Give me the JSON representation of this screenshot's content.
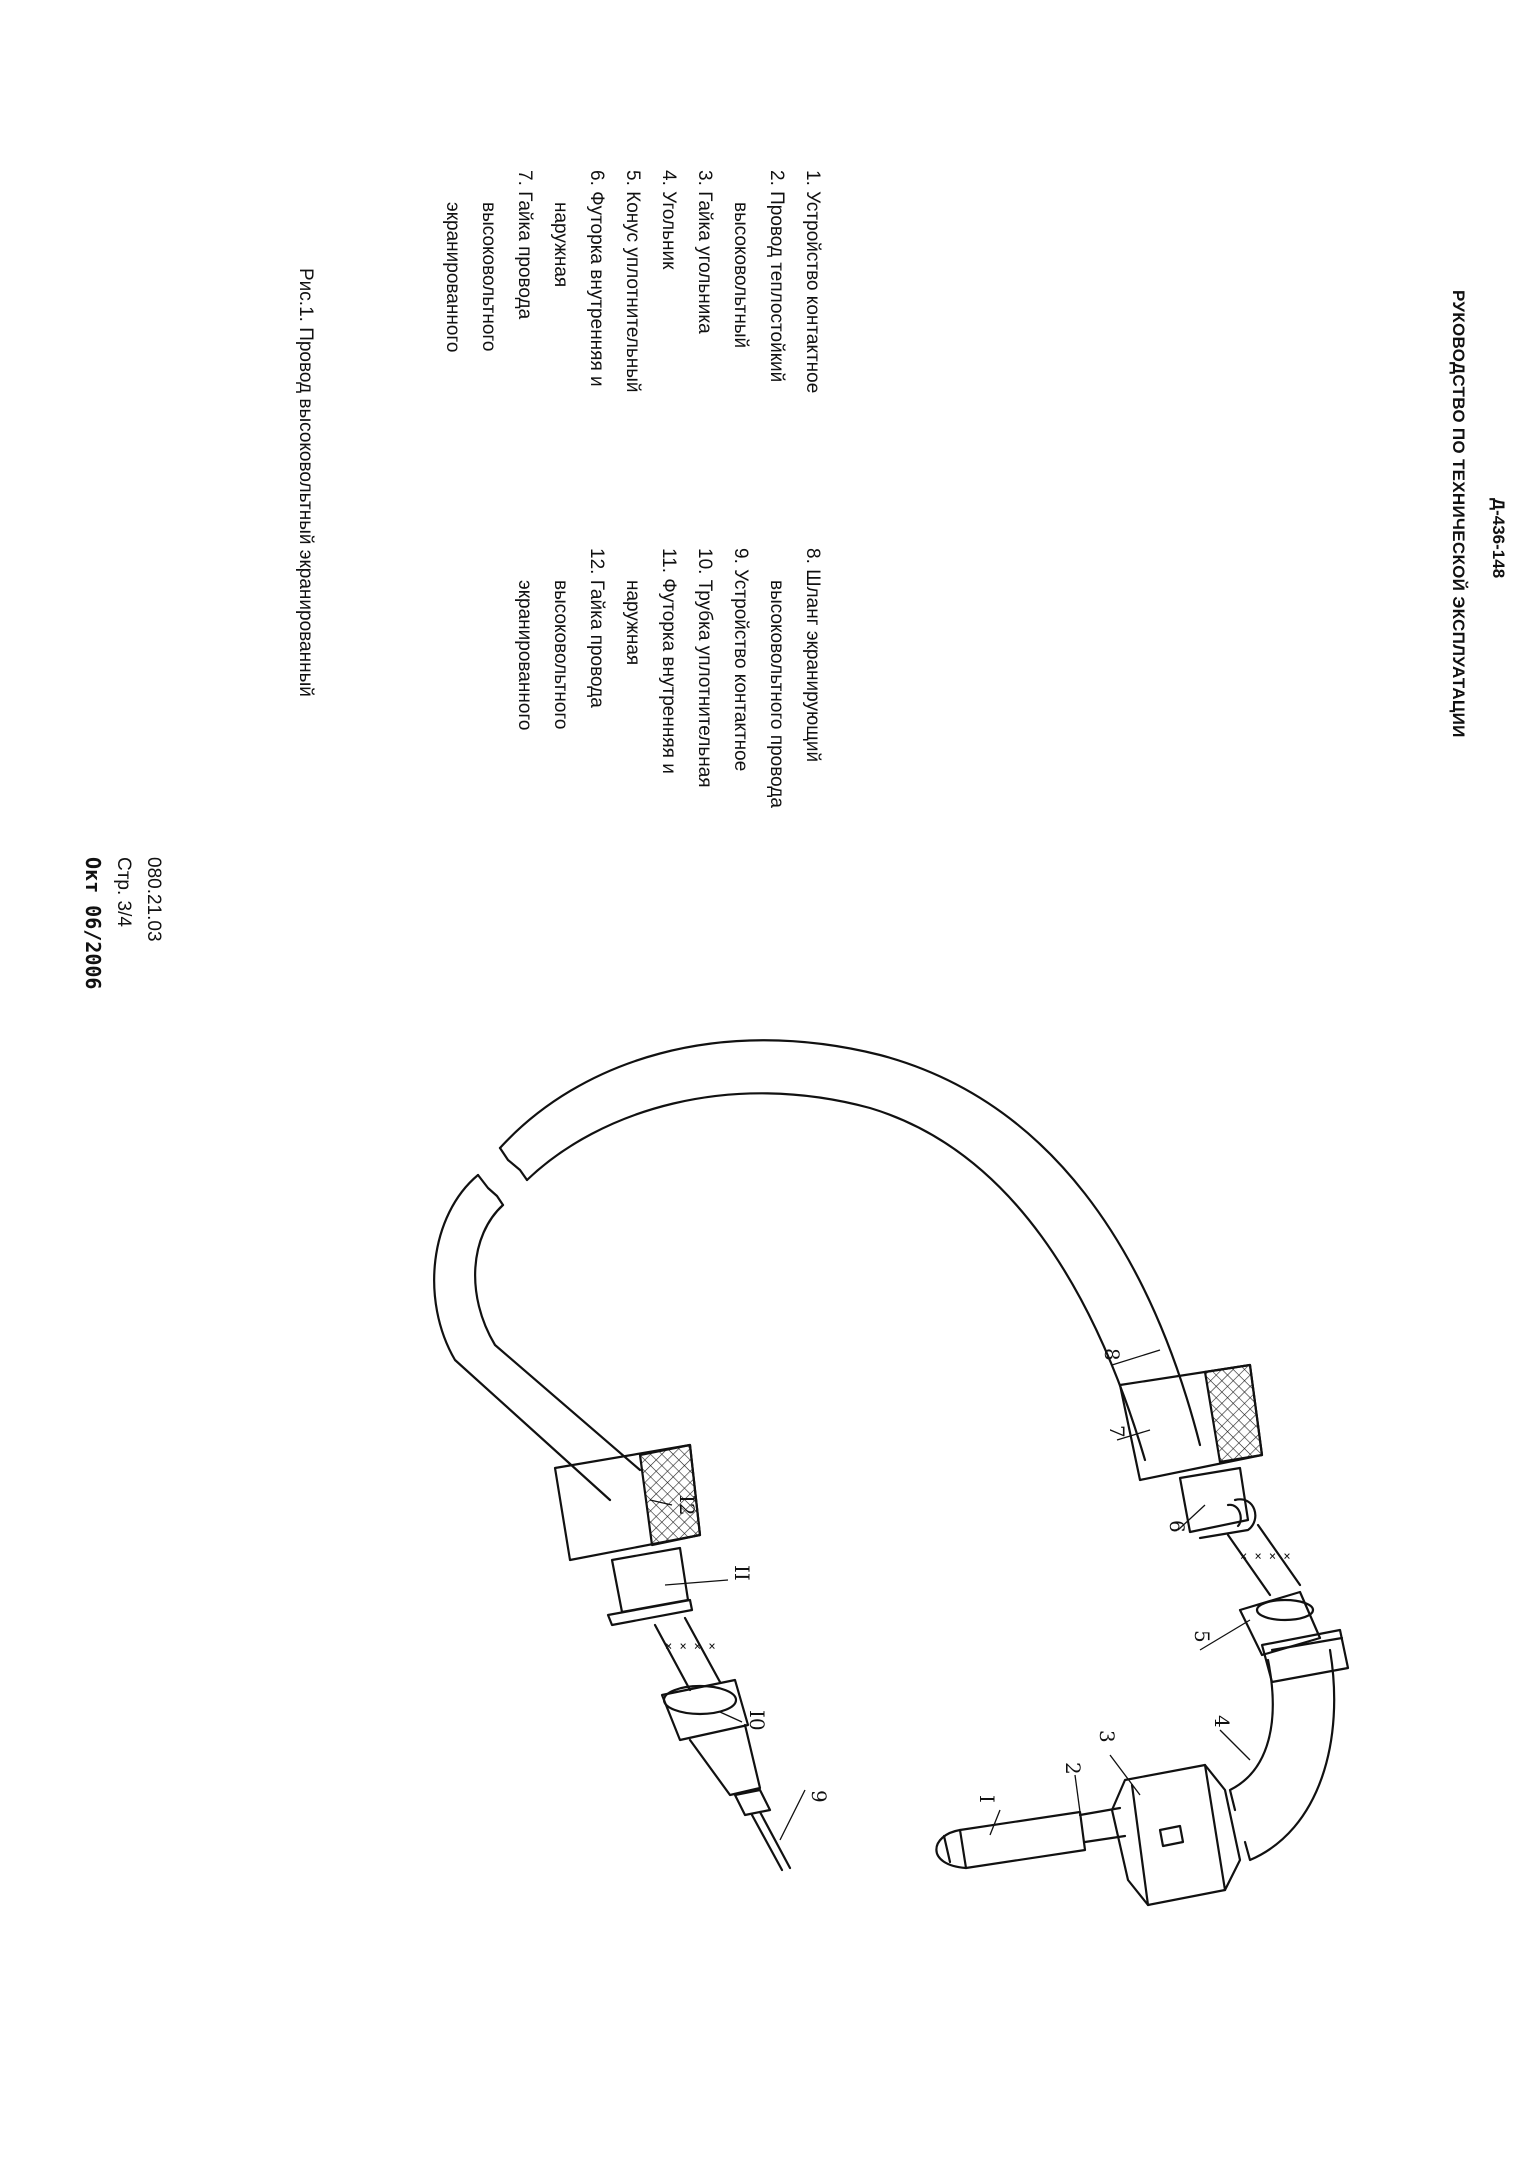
{
  "header": {
    "doc_code": "Д-436-148",
    "title": "РУКОВОДСТВО ПО ТЕХНИЧЕСКОЙ ЭКСПЛУАТАЦИИ"
  },
  "legend": {
    "left": [
      {
        "l1": "1. Устройство контактное"
      },
      {
        "l1": "2. Провод теплостойкий",
        "l2": "высоковольтный"
      },
      {
        "l1": "3. Гайка угольника"
      },
      {
        "l1": "4. Угольник"
      },
      {
        "l1": "5. Конус уплотнительный"
      },
      {
        "l1": "6. Футорка внутренняя и",
        "l2": "наружная"
      },
      {
        "l1": "7. Гайка провода",
        "l2": "высоковольтного",
        "l3": "экранированного"
      }
    ],
    "right": [
      {
        "l1": "8. Шланг экранирующий",
        "l2": "высоковольтного провода"
      },
      {
        "l1": "9. Устройство контактное"
      },
      {
        "l1": "10. Трубка уплотнительная"
      },
      {
        "l1": "11. Футорка внутренняя и",
        "l2": "наружная"
      },
      {
        "l1": "12. Гайка провода",
        "l2": "высоковольтного",
        "l3": "экранированного"
      }
    ]
  },
  "figure": {
    "caption": "Рис.1. Провод высоковольтный экранированный",
    "callouts": {
      "c1": "I",
      "c2": "2",
      "c3": "3",
      "c4": "4",
      "c5": "5",
      "c6": "6",
      "c7": "7",
      "c8": "8",
      "c9": "9",
      "c10": "I0",
      "c11": "II",
      "c12": "I2"
    }
  },
  "meta": {
    "doc_number": "080.21.03",
    "page": "Стр. 3/4",
    "revision": "Окт 06/2006"
  }
}
